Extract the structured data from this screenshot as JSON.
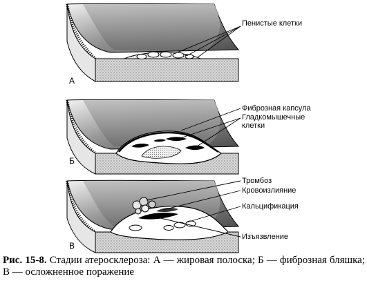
{
  "panels": [
    {
      "letter": "А",
      "labels": [
        "Пенистые клетки"
      ]
    },
    {
      "letter": "Б",
      "labels": [
        "Фиброзная капсула",
        "Гладкомышечные",
        "клетки"
      ]
    },
    {
      "letter": "В",
      "labels": [
        "Тромбоз",
        "Кровоизлияние",
        "Кальцификация",
        "Изъязвление"
      ]
    }
  ],
  "caption": {
    "figure_number": "Рис. 15-8.",
    "text": " Стадии атеросклероза: А — жировая полоска; Б — фиброзная бляшка; В — осложненное поражение"
  }
}
